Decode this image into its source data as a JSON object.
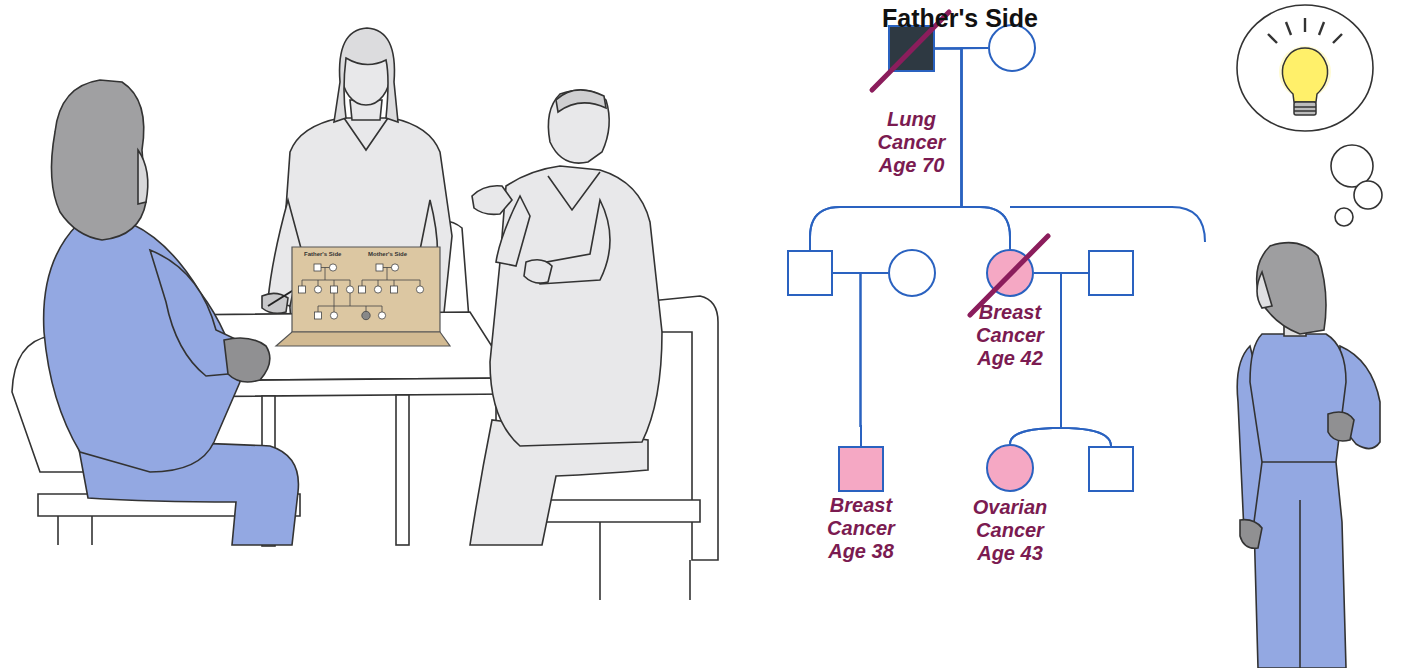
{
  "diagram": {
    "title": "Father's Side",
    "nodes": [
      {
        "text": [
          "Lung Cancer Age 70"
        ]
      },
      {
        "text": []
      },
      {
        "text": []
      },
      {
        "text": []
      },
      {
        "text": [
          "Breast Cancer Age 42"
        ]
      },
      {
        "text": []
      },
      {
        "text": [
          "Breast Cancer Age 38"
        ]
      },
      {
        "text": [
          "Ovarian Cancer Age 43"
        ]
      },
      {
        "text": []
      }
    ],
    "edges": [
      {
        "from": 0,
        "to": 1,
        "arrow": "none"
      },
      {
        "from": 0,
        "to": 2,
        "arrow": "none"
      },
      {
        "from": 1,
        "to": 2,
        "arrow": "none"
      },
      {
        "from": 0,
        "to": 4,
        "arrow": "none"
      },
      {
        "from": 1,
        "to": 4,
        "arrow": "none"
      },
      {
        "from": 2,
        "to": 3,
        "arrow": "none"
      },
      {
        "from": 4,
        "to": 5,
        "arrow": "none"
      },
      {
        "from": 2,
        "to": 6,
        "arrow": "none"
      },
      {
        "from": 3,
        "to": 6,
        "arrow": "none"
      },
      {
        "from": 4,
        "to": 7,
        "arrow": "none"
      },
      {
        "from": 5,
        "to": 7,
        "arrow": "none"
      },
      {
        "from": 4,
        "to": 8,
        "arrow": "none"
      },
      {
        "from": 5,
        "to": 8,
        "arrow": "none"
      }
    ],
    "labels": [
      "Father's Side",
      "Mother's Side"
    ]
  }
}
